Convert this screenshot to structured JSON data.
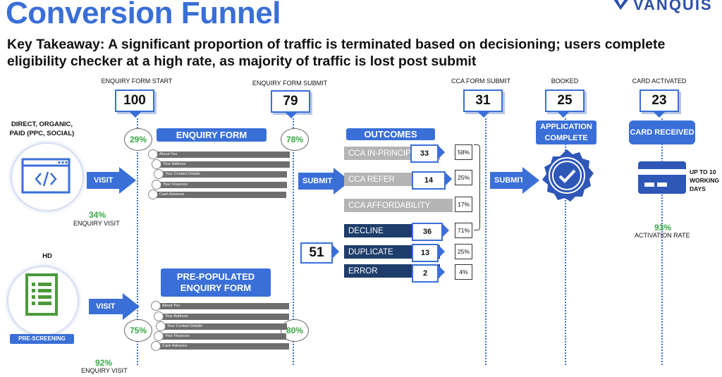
{
  "header": {
    "title": "Conversion Funnel",
    "logo_text": "VANQUIS",
    "takeaway": "Key Takeaway: A significant proportion of traffic is terminated based on decisioning; users complete eligibility checker at a high rate, as majority of traffic is lost post submit"
  },
  "stages": [
    {
      "label": "ENQUIRY FORM START",
      "value": "100"
    },
    {
      "label": "ENQUIRY FORM SUBMIT",
      "value": "79"
    },
    {
      "label": "CCA FORM SUBMIT",
      "value": "31"
    },
    {
      "label": "BOOKED",
      "value": "25"
    },
    {
      "label": "CARD ACTIVATED",
      "value": "23"
    }
  ],
  "source_direct": {
    "label": "DIRECT, ORGANIC, PAID (PPC, SOCIAL)",
    "visit_label": "VISIT",
    "visit_pct": "34%",
    "visit_caption": "ENQUIRY VISIT",
    "start_pct": "29%",
    "submit_pct": "78%"
  },
  "source_hd": {
    "label": "HD",
    "badge": "PRE-SCREENING",
    "visit_label": "VISIT",
    "visit_pct": "92%",
    "visit_caption": "ENQUIRY VISIT",
    "start_pct": "75%",
    "submit_pct": "80%"
  },
  "enquiry_form": {
    "title": "ENQUIRY FORM",
    "steps": [
      "About You",
      "Your Address",
      "Your Contact Details",
      "Your Finances",
      "Cash Advance"
    ]
  },
  "prepop_form": {
    "title": "PRE-POPULATED ENQUIRY FORM",
    "steps": [
      "About You",
      "Your Address",
      "Your Contact Details",
      "Your Finances",
      "Cash Advance"
    ]
  },
  "submit_label": "SUBMIT",
  "submit_label_2": "SUBMIT",
  "outcomes": {
    "title": "OUTCOMES",
    "lost_total": "51",
    "items": [
      {
        "label": "CCA IN-PRINCIPLE",
        "count": "33",
        "pct": "58%"
      },
      {
        "label": "CCA REFER",
        "count": "14",
        "pct": "25%"
      },
      {
        "label": "CCA AFFORDABILITY",
        "count": "",
        "pct": "17%"
      },
      {
        "label": "DECLINE",
        "count": "36",
        "pct": "71%"
      },
      {
        "label": "DUPLICATE",
        "count": "13",
        "pct": "25%"
      },
      {
        "label": "ERROR",
        "count": "2",
        "pct": "4%"
      }
    ]
  },
  "application": {
    "title": "APPLICATION COMPLETE"
  },
  "card": {
    "title": "CARD RECEIVED",
    "delivery_note": "UP TO 10 WORKING DAYS",
    "activation_pct": "93%",
    "activation_caption": "ACTIVATION RATE"
  },
  "colors": {
    "accent": "#3a6fd8",
    "navy": "#1f3d6a",
    "grey": "#b4b4b4",
    "green": "#3aa845"
  }
}
